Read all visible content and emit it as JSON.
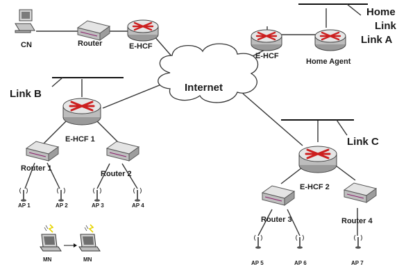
{
  "labels": {
    "cn": "CN",
    "router_top": "Router",
    "ehcf_top": "E-HCF",
    "ehcf_home": "E-HCF",
    "home_agent": "Home Agent",
    "home_link_1": "Home",
    "home_link_2": "Link",
    "link_a": "Link A",
    "link_b": "Link B",
    "link_c": "Link C",
    "internet": "Internet",
    "ehcf1": "E-HCF 1",
    "ehcf2": "E-HCF 2",
    "router1": "Router 1",
    "router2": "Router 2",
    "router3": "Router 3",
    "router4": "Router 4",
    "ap1": "AP 1",
    "ap2": "AP 2",
    "ap3": "AP 3",
    "ap4": "AP 4",
    "ap5": "AP 5",
    "ap6": "AP 6",
    "ap7": "AP 7",
    "mn_left": "MN",
    "mn_right": "MN"
  },
  "colors": {
    "router_body": "#d9d9d9",
    "router_arrows": "#cc1f1f",
    "cloud": "#ffffff",
    "lightning": "#e6d400"
  }
}
